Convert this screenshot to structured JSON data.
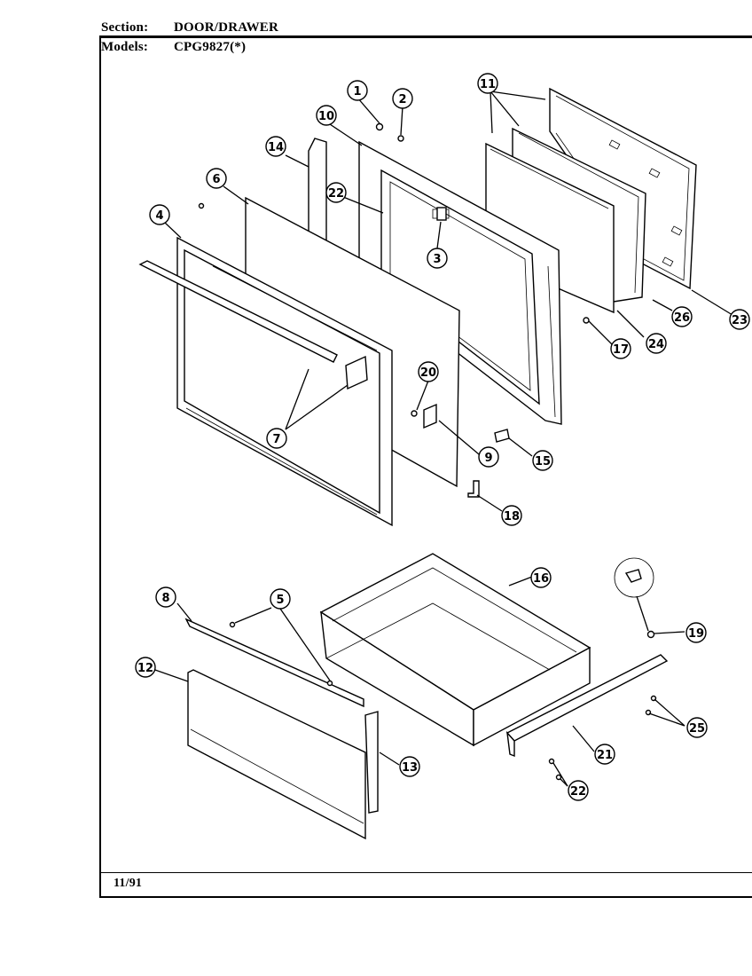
{
  "header": {
    "section_label": "Section:",
    "section_value": "DOOR/DRAWER",
    "models_label": "Models:",
    "models_value": "CPG9827(*)"
  },
  "footer": {
    "date": "11/91"
  },
  "callouts": [
    "1",
    "2",
    "3",
    "4",
    "5",
    "6",
    "7",
    "8",
    "9",
    "10",
    "11",
    "12",
    "13",
    "14",
    "15",
    "16",
    "17",
    "18",
    "19",
    "20",
    "21",
    "22",
    "22",
    "23",
    "24",
    "25",
    "26"
  ]
}
